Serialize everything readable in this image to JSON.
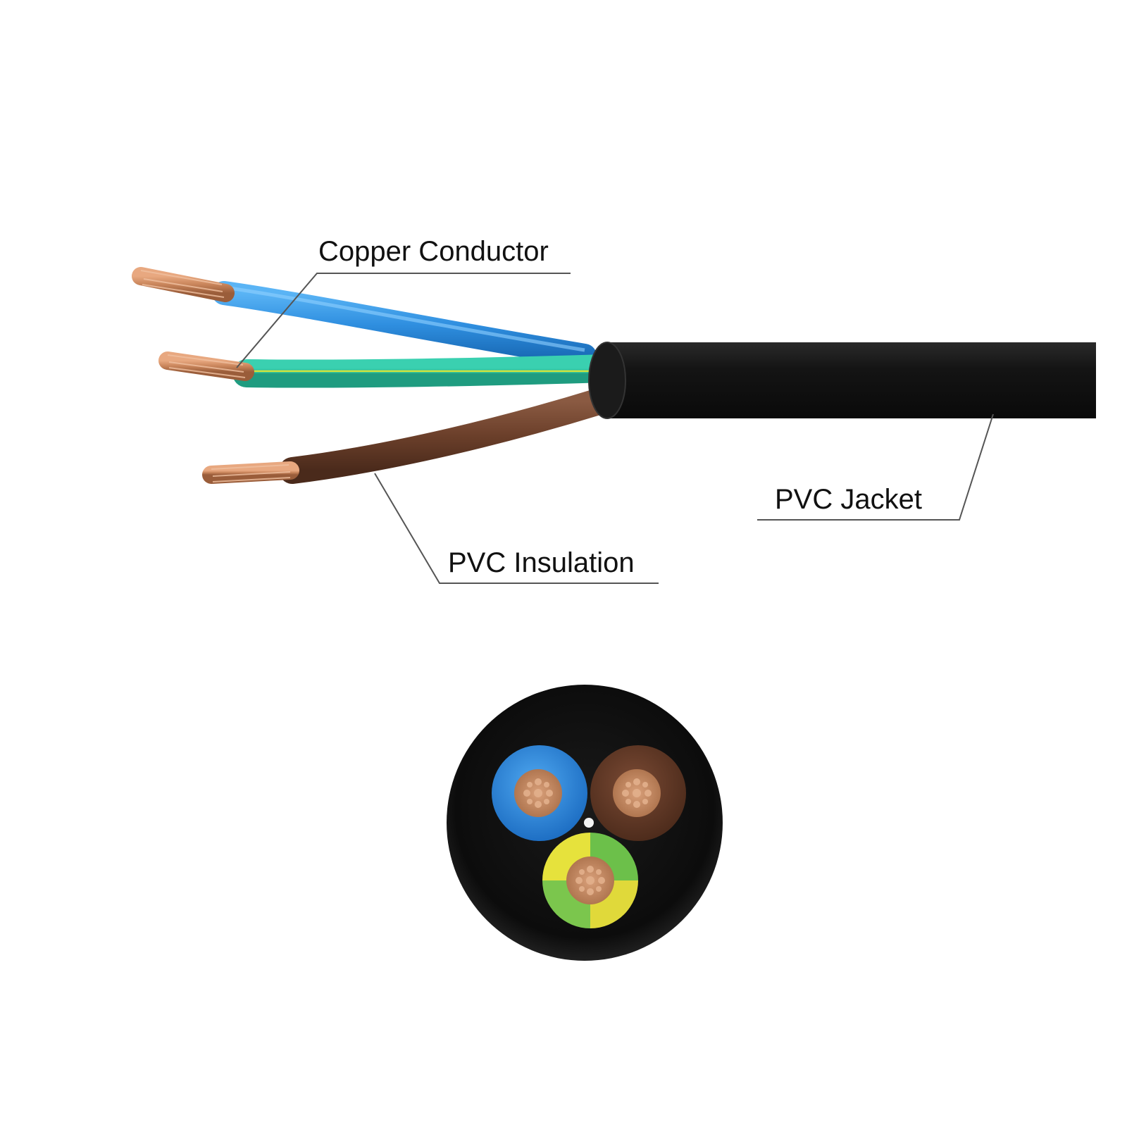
{
  "labels": {
    "copper_conductor": "Copper Conductor",
    "pvc_jacket": "PVC Jacket",
    "pvc_insulation": "PVC Insulation"
  },
  "colors": {
    "background": "#ffffff",
    "jacket": "#151515",
    "wire_blue": "#2f8fe0",
    "wire_earth_green": "#2ec4a0",
    "wire_earth_yellow": "#d9e63a",
    "wire_brown": "#6b3f2a",
    "copper": "#c8845a",
    "leader_line": "#555555"
  },
  "icons": [
    "cable-side-view",
    "cable-cross-section"
  ]
}
